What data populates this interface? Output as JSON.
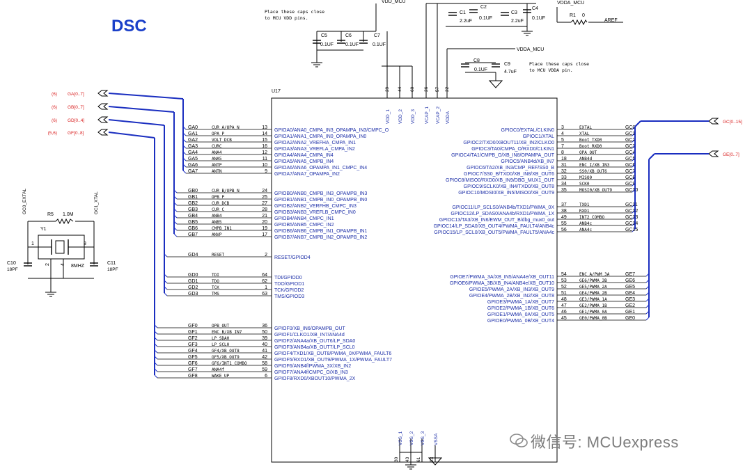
{
  "title": "DSC",
  "watermark": "微信号: MCUexpress",
  "ic_ref": "U17",
  "notes": {
    "vdd": [
      "Place these caps close",
      "to MCU VDD pins."
    ],
    "vdda": [
      "Place these caps close",
      "to MCU VDDA pin."
    ]
  },
  "nets": {
    "vdd_mcu": "VDD_MCU",
    "vdda_mcu_top": "VDDA_MCU",
    "vdda_mcu": "VDDA_MCU",
    "aref": "AREF"
  },
  "caps": [
    {
      "ref": "C5",
      "val": "0.1UF"
    },
    {
      "ref": "C6",
      "val": "0.1UF"
    },
    {
      "ref": "C7",
      "val": "0.1UF"
    },
    {
      "ref": "C1",
      "val": "2.2uF"
    },
    {
      "ref": "C2",
      "val": "0.1UF"
    },
    {
      "ref": "C3",
      "val": "2.2uF"
    },
    {
      "ref": "C4",
      "val": "0.1UF"
    },
    {
      "ref": "C8",
      "val": "0.1UF"
    },
    {
      "ref": "C9",
      "val": "4.7uF"
    }
  ],
  "r1": {
    "ref": "R1",
    "val": "0"
  },
  "crystal": {
    "ref": "Y1",
    "freq": "8MHZ",
    "r5_ref": "R5",
    "r5_val": "1.0M",
    "c10_ref": "C10",
    "c10_val": "18PF",
    "c11_ref": "C11",
    "c11_val": "18PF",
    "net_left": "GC0_EXTAL",
    "net_right": "GC1_XTAL",
    "pin1": "1",
    "pin2": "2",
    "pin3": "3",
    "pin4": "4"
  },
  "buses_left": [
    {
      "sheet": "(6)",
      "name": "GA[0..7]"
    },
    {
      "sheet": "(6)",
      "name": "GB[0..7]"
    },
    {
      "sheet": "(6)",
      "name": "GD[0..4]"
    },
    {
      "sheet": "(5,6)",
      "name": "GF[0..8]"
    }
  ],
  "buses_right": [
    {
      "name": "GC[0..15]"
    },
    {
      "name": "GE[0..7]"
    }
  ],
  "top_pins": [
    {
      "num": "29",
      "name": "VDD_1"
    },
    {
      "num": "44",
      "name": "VDD_2"
    },
    {
      "num": "60",
      "name": "VDD_3"
    },
    {
      "num": "26",
      "name": "VCAP_1"
    },
    {
      "num": "57",
      "name": "VCAP_2"
    },
    {
      "num": "22",
      "name": "VDDA"
    }
  ],
  "bottom_pins": [
    {
      "num": "30",
      "name": "VSS_1"
    },
    {
      "num": "43",
      "name": "VSS_2"
    },
    {
      "num": "61",
      "name": "VSS_3"
    },
    {
      "num": "23",
      "name": "VSSA"
    }
  ],
  "left_pins": [
    {
      "net": "GA0",
      "sig": "CUR_A/OPA_N",
      "num": "13",
      "func": "GPIOA0/ANA0_CMPA_IN3_OPAMPA_IN3/CMPC_O"
    },
    {
      "net": "GA1",
      "sig": "OPA_P",
      "num": "14",
      "func": "GPIOA1/ANA1_CMPA_IN0_OPAMPA_IN0"
    },
    {
      "net": "GA2",
      "sig": "VOLT_DCB",
      "num": "15",
      "func": "GPIOA2/ANA2_VREFHA_CMPA_IN1"
    },
    {
      "net": "GA3",
      "sig": "CURC",
      "num": "16",
      "func": "GPIOA3/ANA3_VREFLA_CMPA_IN2"
    },
    {
      "net": "GA4",
      "sig": "ANA4",
      "num": "12",
      "func": "GPIOA4/ANA4_CMPA_IN4"
    },
    {
      "net": "GA5",
      "sig": "ANA5",
      "num": "11",
      "func": "GPIOA5/ANA5_CMPB_IN4"
    },
    {
      "net": "GA6",
      "sig": "ANTP",
      "num": "10",
      "func": "GPIOA6/ANA6_OPAMPA_IN1_CMPC_IN4"
    },
    {
      "net": "GA7",
      "sig": "ANTN",
      "num": "9",
      "func": "GPIOA7/ANA7_OPAMPA_IN2"
    },
    {
      "net": "GB0",
      "sig": "CUR_B/OPB_N",
      "num": "24",
      "func": "GPIOB0/ANB0_CMPB_IN3_OPAMPB_IN3"
    },
    {
      "net": "GB1",
      "sig": "OPB_P",
      "num": "25",
      "func": "GPIOB1/ANB1_CMPB_IN0_OPAMPB_IN0"
    },
    {
      "net": "GB2",
      "sig": "CUR_DCB",
      "num": "27",
      "func": "GPIOB2/ANB2_VERFHB_CMPC_IN3"
    },
    {
      "net": "GB3",
      "sig": "CUR_C",
      "num": "28",
      "func": "GPIOB3/ANB3_VREFLB_CMPC_IN0"
    },
    {
      "net": "GB4",
      "sig": "ANB4",
      "num": "21",
      "func": "GPIOB4/ANB4_CMPC_IN1"
    },
    {
      "net": "GB5",
      "sig": "ANB5",
      "num": "20",
      "func": "GPIOB5/ANB5_CMPC_IN2"
    },
    {
      "net": "GB6",
      "sig": "CMPB_IN1",
      "num": "19",
      "func": "GPIOB6/ANB6_CMPB_IN1_OPAMPB_IN1"
    },
    {
      "net": "GB7",
      "sig": "ANVP",
      "num": "17",
      "func": "GPIOB7/ANB7_CMPB_IN2_OPAMPB_IN2"
    },
    {
      "net": "GD4",
      "sig": "RESET",
      "num": "2",
      "func": "RESET/GPIOD4"
    },
    {
      "net": "GD0",
      "sig": "TDI",
      "num": "64",
      "func": "TDI/GPIOD0"
    },
    {
      "net": "GD1",
      "sig": "TDO",
      "num": "62",
      "func": "TDO/GPIOD1"
    },
    {
      "net": "GD2",
      "sig": "TCK",
      "num": "1",
      "func": "TCK/GPIOD2"
    },
    {
      "net": "GD3",
      "sig": "TMS",
      "num": "63",
      "func": "TMS/GPIOD3"
    },
    {
      "net": "GF0",
      "sig": "OPB_OUT",
      "num": "36",
      "func": "GPIOF0/XB_IN6/OPAMPB_OUT"
    },
    {
      "net": "GF1",
      "sig": "ENC_B/XB_IN7",
      "num": "50",
      "func": "GPIOF1/CLKO1/XB_IN7/ANA4d"
    },
    {
      "net": "GF2",
      "sig": "LP_SDA0",
      "num": "39",
      "func": "GPIOF2/ANA4a/XB_OUT6/LP_SDA0"
    },
    {
      "net": "GF3",
      "sig": "LP_SCL0",
      "num": "40",
      "func": "GPIOF3/ANB4a/XB_OUT7/LP_SCL0"
    },
    {
      "net": "GF4",
      "sig": "GF4/XB_OUT8",
      "num": "41",
      "func": "GPIOF4/TXD1/XB_OUT8/PWMA_0X/PWMA_FAULT6"
    },
    {
      "net": "GF5",
      "sig": "GF5/XB_OUT9",
      "num": "42",
      "func": "GPIOF5/RXD1/XB_OUT9/PWMA_1X/PWMA_FAULT7"
    },
    {
      "net": "GF6",
      "sig": "GF6/INT1_COMBO",
      "num": "58",
      "func": "GPIOF6/ANB4f/PWMA_3X/XB_IN2"
    },
    {
      "net": "GF7",
      "sig": "ANA4f",
      "num": "59",
      "func": "GPIOF7/ANA4f/CMPC_O/XB_IN3"
    },
    {
      "net": "GF8",
      "sig": "WAKE_UP",
      "num": "6",
      "func": "GPIOF8/RXD0/XBOUT10/PWMA_2X"
    }
  ],
  "right_pins": [
    {
      "net": "GC0",
      "sig": "EXTAL",
      "num": "3",
      "func": "GPIOC0/EXTAL/CLKIN0"
    },
    {
      "net": "GC1",
      "sig": "XTAL",
      "num": "4",
      "func": "GPIOC1/XTAL"
    },
    {
      "net": "GC2",
      "sig": "Boot_TXD0",
      "num": "5",
      "func": "GPIOC2/TXD0/XBOUT11/XB_IN2/CLKO0"
    },
    {
      "net": "GC3",
      "sig": "Boot_RXD0",
      "num": "7",
      "func": "GPIOC3/TA0/CMPA_O/RXD0/CLKIN1"
    },
    {
      "net": "GC4",
      "sig": "OPA_OUT",
      "num": "8",
      "func": "GPIOC4/TA1/CMPB_O/XB_IN8/OPAMPA_OUT"
    },
    {
      "net": "GC5",
      "sig": "ANB4d",
      "num": "18",
      "func": "GPIOC5/ANB4d/XB_IN7"
    },
    {
      "net": "GC6",
      "sig": "ENC_I/XB_IN3",
      "num": "31",
      "func": "GPIOC6/TA2/XB_IN3/CMP_REF/SS0_B"
    },
    {
      "net": "GC7",
      "sig": "SS0/XB_OUT6",
      "num": "32",
      "func": "GPIOC7/SS0_B/TXD0/XB_IN8/XB_OUT6"
    },
    {
      "net": "GC8",
      "sig": "MISO0",
      "num": "33",
      "func": "GPIOC8/MISO0/RXD0/XB_IN9/DBG_MUX1_OUT"
    },
    {
      "net": "GC9",
      "sig": "SCK0",
      "num": "34",
      "func": "GPIOC9/SCLK0/XB_IN4/TXD0/XB_OUT8"
    },
    {
      "net": "GC10",
      "sig": "MOSI0/XB_OUT9",
      "num": "35",
      "func": "GPIOC10/MOSI0/XB_IN5/MISO0/XB_OUT9"
    },
    {
      "net": "GC11",
      "sig": "TXD1",
      "num": "37",
      "func": "GPIOC11/LP_SCLS0/ANB4b/TXD1/PWMA_0X"
    },
    {
      "net": "GC12",
      "sig": "RXD1",
      "num": "38",
      "func": "GPIOC12/LP_SDAS0/ANA4b/RXD1/PWMA_1X"
    },
    {
      "net": "GC13",
      "sig": "INT2_COMBO",
      "num": "49",
      "func": "GPIOC13/TA3/XB_IN6/EWM_OUT_B/dbg_mux0_out"
    },
    {
      "net": "GC14",
      "sig": "ANB4c",
      "num": "55",
      "func": "GPIOC14/LP_SDA0/XB_OUT4/PWMA_FAULT4/ANB4c"
    },
    {
      "net": "GC15",
      "sig": "ANA4c",
      "num": "56",
      "func": "GPIOC15/LP_SCL0/XB_OUT5/PWMA_FAULT5/ANA4c"
    },
    {
      "net": "GE7",
      "sig": "ENC_A/PWM_3A",
      "num": "54",
      "func": "GPIOE7/PWMA_3A/XB_IN5/ANA4e/XB_OUT11"
    },
    {
      "net": "GE6",
      "sig": "GE6/PWMA_3B",
      "num": "53",
      "func": "GPIOE6/PWMA_3B/XB_IN4/ANB4e/XB_OUT10"
    },
    {
      "net": "GE5",
      "sig": "GE5/PWMA_2A",
      "num": "52",
      "func": "GPIOE5/PWMA_2A/XB_IN3/XB_OUT9"
    },
    {
      "net": "GE4",
      "sig": "GE4/PWMA_2B",
      "num": "51",
      "func": "GPIOE4/PWMA_2B/XB_IN2/XB_OUT8"
    },
    {
      "net": "GE3",
      "sig": "GE3/PWMA_1A",
      "num": "48",
      "func": "GPIOE3/PWMA_1A/XB_OUT7"
    },
    {
      "net": "GE2",
      "sig": "GE2/PWMA_1B",
      "num": "47",
      "func": "GPIOE2/PWMA_1B/XB_OUT6"
    },
    {
      "net": "GE1",
      "sig": "GE1/PWMA_0A",
      "num": "46",
      "func": "GPIOE1/PWMA_0A/XB_OUT5"
    },
    {
      "net": "GE0",
      "sig": "GE0/PWMA_0B",
      "num": "45",
      "func": "GPIOE0/PWMA_0B/XB_OUT4"
    }
  ]
}
